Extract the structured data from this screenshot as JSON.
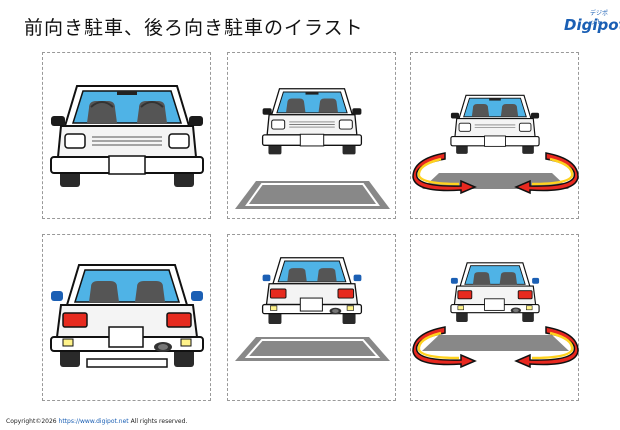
{
  "page": {
    "title": "前向き駐車、後ろ向き駐車のイラスト"
  },
  "logo": {
    "name": "Digipot",
    "small": "デジポット"
  },
  "footer": {
    "copyright": "Copyright©2026",
    "link": "https://www.digipot.net",
    "rights": "All rights reserved."
  },
  "colors": {
    "glass": "#4fb3e6",
    "body": "#ffffff",
    "outline": "#111111",
    "tire": "#2a2a2a",
    "arrow_red": "#e8281f",
    "arrow_yellow": "#ffd21f",
    "tail_light": "#e62a1e",
    "parking_lot": "#888888"
  },
  "illustrations": [
    {
      "view": "front",
      "variant": "car-only",
      "icon": "car-front-icon"
    },
    {
      "view": "front",
      "variant": "parking-space",
      "icon": "car-front-parked-icon"
    },
    {
      "view": "front",
      "variant": "parking-space-arrows",
      "icon": "car-front-arrows-icon"
    },
    {
      "view": "rear",
      "variant": "car-only",
      "icon": "car-rear-icon"
    },
    {
      "view": "rear",
      "variant": "parking-space",
      "icon": "car-rear-parked-icon"
    },
    {
      "view": "rear",
      "variant": "parking-space-arrows",
      "icon": "car-rear-arrows-icon"
    }
  ]
}
